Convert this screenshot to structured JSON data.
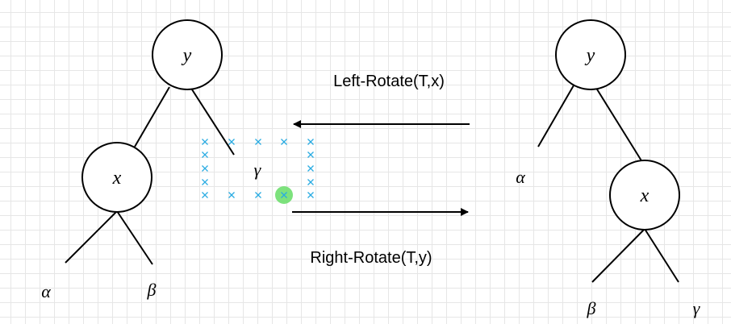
{
  "left_tree": {
    "root_label": "y",
    "child_label": "x",
    "alpha": "α",
    "beta": "β",
    "gamma": "γ"
  },
  "right_tree": {
    "root_label": "y",
    "child_label": "x",
    "alpha": "α",
    "beta": "β",
    "gamma": "γ"
  },
  "arrows": {
    "left_rotate": "Left-Rotate(T,x)",
    "right_rotate": "Right-Rotate(T,y)"
  },
  "colors": {
    "grid": "#e6e6e6",
    "selection": "#29abe2",
    "handle": "#66dd66"
  }
}
